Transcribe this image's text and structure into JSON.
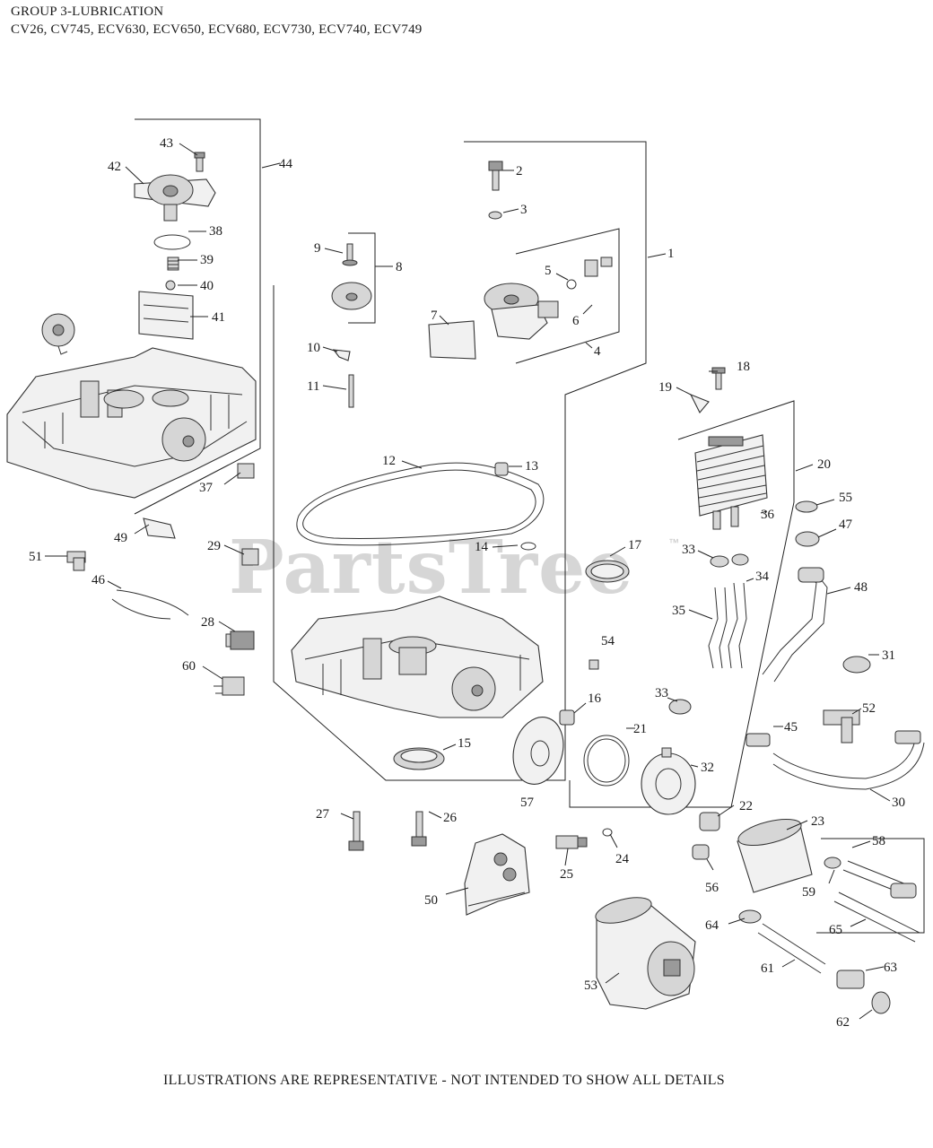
{
  "header": {
    "title": "GROUP 3-LUBRICATION",
    "models": "CV26, CV745, ECV630, ECV650, ECV680, ECV730, ECV740, ECV749"
  },
  "watermark": {
    "text": "PartsTree",
    "tm": "™"
  },
  "footer": "ILLUSTRATIONS ARE REPRESENTATIVE - NOT INTENDED TO SHOW ALL DETAILS",
  "callouts": {
    "c1": "1",
    "c2": "2",
    "c3": "3",
    "c4": "4",
    "c5": "5",
    "c6": "6",
    "c7": "7",
    "c8": "8",
    "c9": "9",
    "c10": "10",
    "c11": "11",
    "c12": "12",
    "c13": "13",
    "c14": "14",
    "c15": "15",
    "c16": "16",
    "c17": "17",
    "c18": "18",
    "c19": "19",
    "c20": "20",
    "c21": "21",
    "c22": "22",
    "c23": "23",
    "c24": "24",
    "c25": "25",
    "c26": "26",
    "c27": "27",
    "c28": "28",
    "c29": "29",
    "c30": "30",
    "c31": "31",
    "c32": "32",
    "c33a": "33",
    "c33b": "33",
    "c34": "34",
    "c35": "35",
    "c36": "36",
    "c37": "37",
    "c38": "38",
    "c39": "39",
    "c40": "40",
    "c41": "41",
    "c42": "42",
    "c43": "43",
    "c44": "44",
    "c45": "45",
    "c46": "46",
    "c47": "47",
    "c48": "48",
    "c49": "49",
    "c50": "50",
    "c51": "51",
    "c52": "52",
    "c53": "53",
    "c54": "54",
    "c55": "55",
    "c56": "56",
    "c57": "57",
    "c58": "58",
    "c59": "59",
    "c60": "60",
    "c61": "61",
    "c62": "62",
    "c63": "63",
    "c64": "64",
    "c65": "65"
  }
}
